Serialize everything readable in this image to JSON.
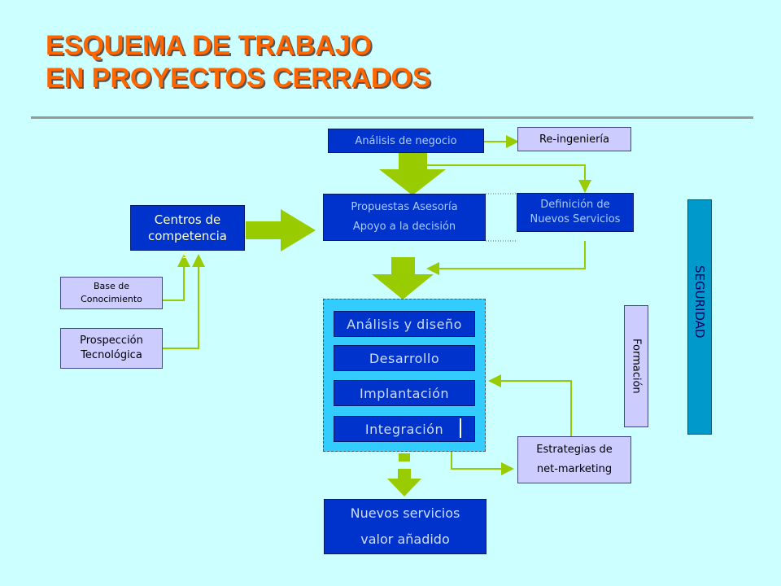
{
  "title": {
    "line1": "ESQUEMA DE TRABAJO",
    "line2": "EN PROYECTOS CERRADOS"
  },
  "nodes": {
    "analisis_negocio": "Análisis de negocio",
    "reingenieria": "Re-ingeniería",
    "propuestas_line1": "Propuestas Asesoría",
    "propuestas_line2": "Apoyo a la decisión",
    "definicion_line1": "Definición de",
    "definicion_line2": "Nuevos Servicios",
    "centros_line1": "Centros de",
    "centros_line2": "competencia",
    "centros_line3": "s",
    "base_line1": "Base de",
    "base_line2": "Conocimiento",
    "prospeccion_line1": "Prospección",
    "prospeccion_line2": "Tecnológica",
    "analisis_diseno": "Análisis y diseño",
    "desarrollo": "Desarrollo",
    "implantacion": "Implantación",
    "integracion": "Integración",
    "estrategias_line1": "Estrategias de",
    "estrategias_line2": "net-marketing",
    "nuevos_line1": "Nuevos servicios",
    "nuevos_line2": "valor añadido",
    "formacion": "Formación",
    "seguridad": "SEGURIDAD"
  },
  "colors": {
    "background": "#ccffff",
    "title": "#ff6600",
    "box_dark": "#0033cc",
    "box_light": "#ccccff",
    "arrow": "#99cc00",
    "seguridad": "#0099cc"
  }
}
